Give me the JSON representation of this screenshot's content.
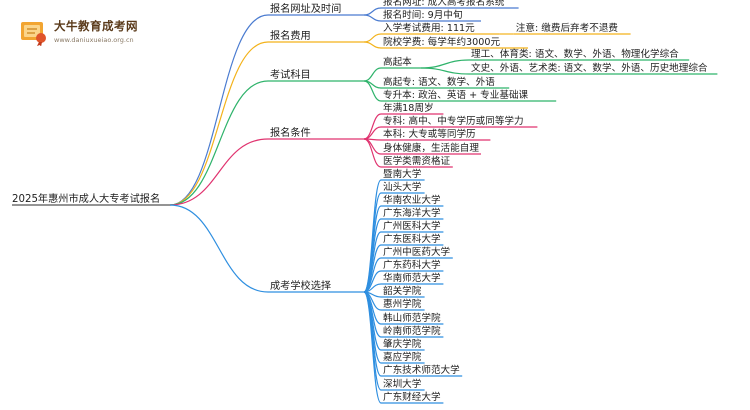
{
  "logo": {
    "icon": "diploma-scroll-icon",
    "title": "大牛教育成考网",
    "url": "www.daniuxueiao.org.cn"
  },
  "mindmap": {
    "root": "2025年惠州市成人大专考试报名",
    "branches": [
      {
        "label": "报名网址及时间",
        "color": "#4a7bd0",
        "items": [
          {
            "label": "报名网址: 成人高考报名系统"
          },
          {
            "label": "报名时间: 9月中旬"
          }
        ]
      },
      {
        "label": "报名费用",
        "color": "#f3b21a",
        "items": [
          {
            "label": "入学考试费用: 111元",
            "note": "注意: 缴费后弃考不退费"
          },
          {
            "label": "院校学费: 每学年约3000元"
          }
        ]
      },
      {
        "label": "考试科目",
        "color": "#2fb36b",
        "items": [
          {
            "label": "高起本",
            "children": [
              "理工、体育类: 语文、数学、外语、物理化学综合",
              "文史、外语、艺术类: 语文、数学、外语、历史地理综合"
            ]
          },
          {
            "label": "高起专: 语文、数学、外语"
          },
          {
            "label": "专升本: 政治、英语 + 专业基础课"
          }
        ]
      },
      {
        "label": "报名条件",
        "color": "#e0336f",
        "items": [
          {
            "label": "年满18周岁"
          },
          {
            "label": "专科: 高中、中专学历或同等学力"
          },
          {
            "label": "本科: 大专或等同学历"
          },
          {
            "label": "身体健康，生活能自理"
          },
          {
            "label": "医学类需资格证"
          }
        ]
      },
      {
        "label": "成考学校选择",
        "color": "#2f8fe0",
        "items": [
          {
            "label": "暨南大学"
          },
          {
            "label": "汕头大学"
          },
          {
            "label": "华南农业大学"
          },
          {
            "label": "广东海洋大学"
          },
          {
            "label": "广州医科大学"
          },
          {
            "label": "广东医科大学"
          },
          {
            "label": "广州中医药大学"
          },
          {
            "label": "广东药科大学"
          },
          {
            "label": "华南师范大学"
          },
          {
            "label": "韶关学院"
          },
          {
            "label": "惠州学院"
          },
          {
            "label": "韩山师范学院"
          },
          {
            "label": "岭南师范学院"
          },
          {
            "label": "肇庆学院"
          },
          {
            "label": "嘉应学院"
          },
          {
            "label": "广东技术师范大学"
          },
          {
            "label": "深圳大学"
          },
          {
            "label": "广东财经大学"
          }
        ]
      }
    ]
  }
}
